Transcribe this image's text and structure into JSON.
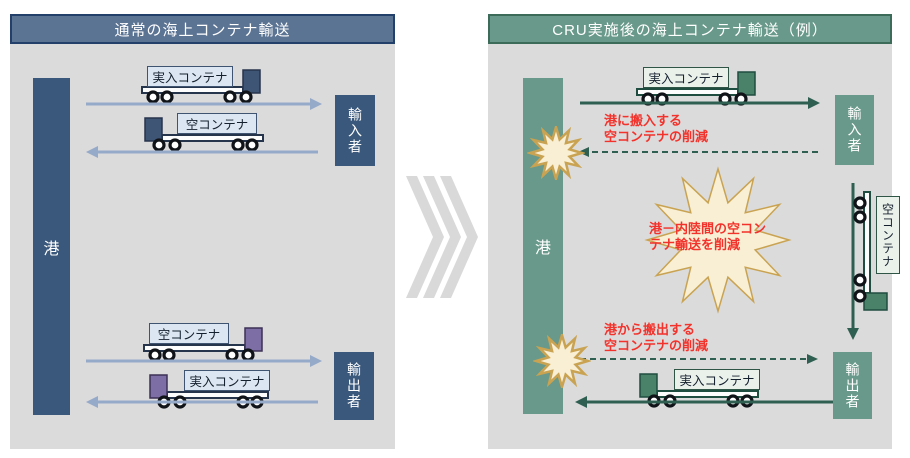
{
  "left_panel": {
    "title": "通常の海上コンテナ輸送",
    "port": "港",
    "importer": "輸入者",
    "exporter": "輸出者",
    "import_loaded": "実入コンテナ",
    "import_empty": "空コンテナ",
    "export_empty": "空コンテナ",
    "export_loaded": "実入コンテナ"
  },
  "right_panel": {
    "title": "CRU実施後の海上コンテナ輸送（例）",
    "port": "港",
    "importer": "輸入者",
    "exporter": "輸出者",
    "import_loaded": "実入コンテナ",
    "reuse_empty": "空コンテナ",
    "export_loaded": "実入コンテナ",
    "note_import_reduction": "港に搬入する\n空コンテナの削減",
    "note_inland_reduction": "港－内陸間の空コン\nテナ輸送を削減",
    "note_export_reduction": "港から搬出する\n空コンテナの削減"
  },
  "colors": {
    "left_accent": "#3a587b",
    "left_header": "#5c7494",
    "left_arrow": "#95a9c9",
    "left_cab_import": "#3e5575",
    "left_cab_export": "#7d6fa6",
    "right_accent": "#69998a",
    "right_header": "#69998a",
    "right_arrow": "#2e5f50",
    "right_cab": "#4a8269",
    "burst_fill": "#f8efd4",
    "burst_border": "#c9a352",
    "note_red": "#f3322b",
    "panel_bg": "#dbdbdb",
    "chevron_gray": "#d9d9d9"
  }
}
